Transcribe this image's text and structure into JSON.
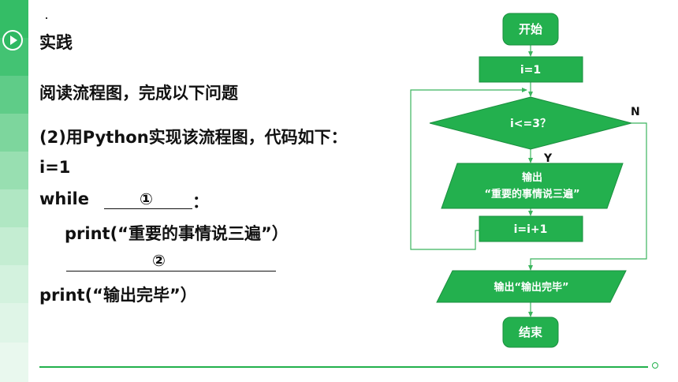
{
  "slide": {
    "section_title": "实践",
    "instruction": "阅读流程图，完成以下问题",
    "question": "(2)用Python实现该流程图，代码如下：",
    "code": {
      "line_init": "i=1",
      "line_while_kw": "while",
      "line_while_colon": "：",
      "line_print_loop": "print(“重要的事情说三遍”）",
      "line_print_end": "print(“输出完毕”）"
    },
    "blanks": [
      "①",
      "②"
    ]
  },
  "flowchart": {
    "start": "开始",
    "init": "i=1",
    "condition": "i<=3？",
    "output1_line1": "输出",
    "output1_line2": "“重要的事情说三遍”",
    "increment": "i=i+1",
    "output2": "输出“输出完毕”",
    "end": "结束",
    "yes_label": "Y",
    "no_label": "N"
  },
  "colors": {
    "accent": "#22b14c",
    "shape_fill": "#23b04e",
    "sidebar_dark": "#2fb862",
    "sidebar_light": "#e2f5e8"
  }
}
